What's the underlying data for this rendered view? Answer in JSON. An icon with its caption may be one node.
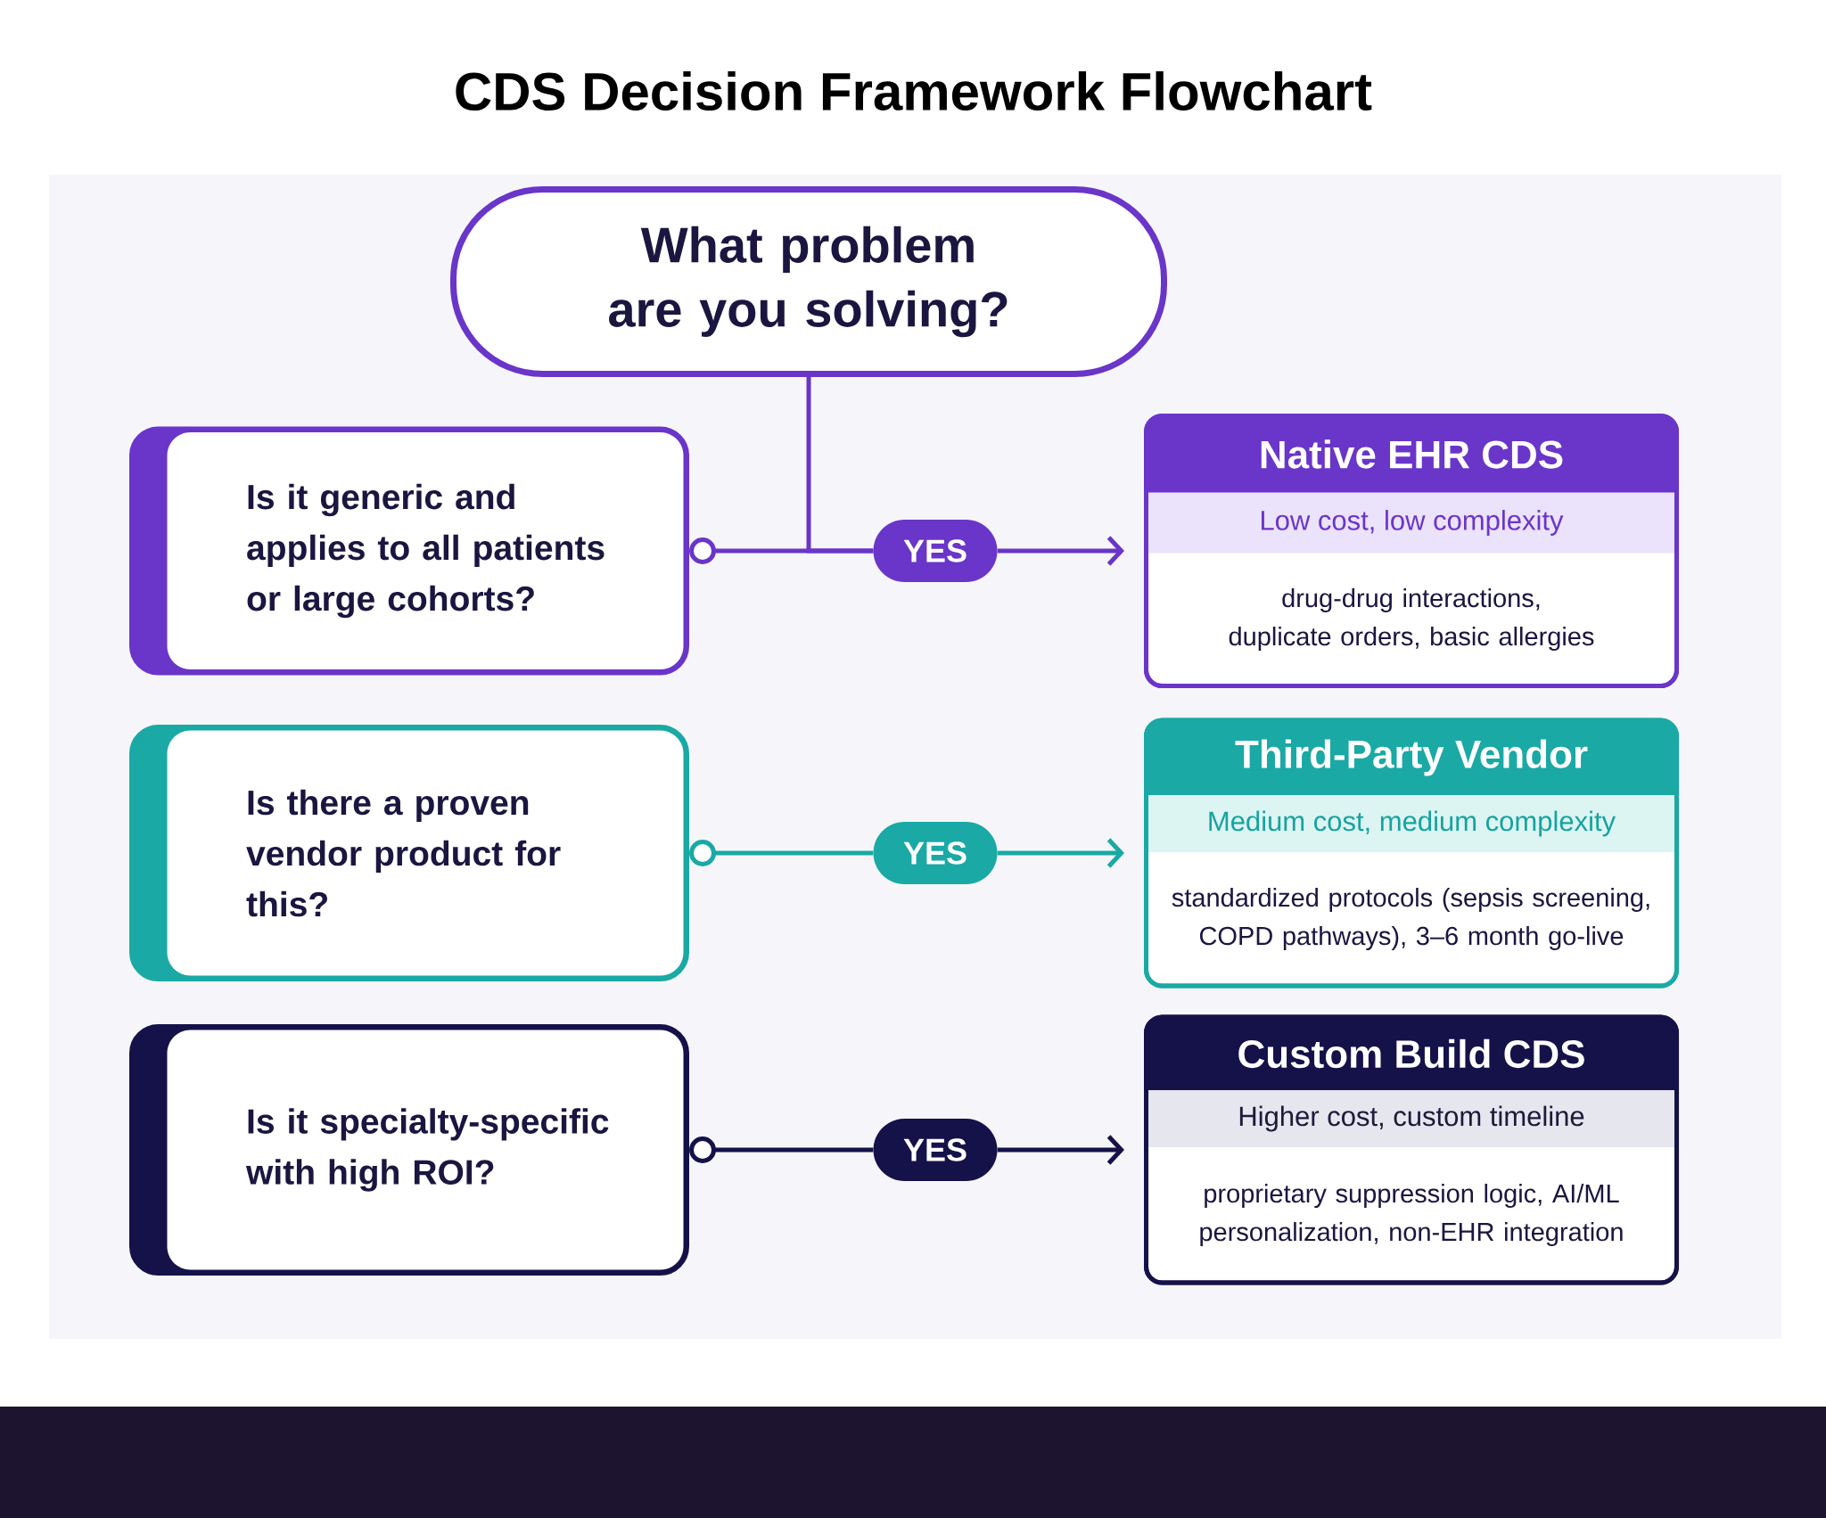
{
  "diagram": {
    "title": "CDS Decision Framework Flowchart",
    "nodes": [
      {
        "text": [
          "What problem are you solving?"
        ]
      },
      {
        "text": [
          "Is it generic and applies to all patients or large cohorts?"
        ]
      },
      {
        "text": [
          "YES"
        ]
      },
      {
        "text": [
          "Native EHR CDS",
          "Low cost, low complexity",
          "drug-drug interactions, duplicate orders, basic allergies"
        ]
      },
      {
        "text": [
          "Is there a proven vendor product for this?"
        ]
      },
      {
        "text": [
          "YES"
        ]
      },
      {
        "text": [
          "Third-Party Vendor",
          "Medium cost, medium complexity",
          "standardized protocols (sepsis screening, COPD pathways), 3–6 month go-live"
        ]
      },
      {
        "text": [
          "Is it specialty-specific with high ROI?"
        ]
      },
      {
        "text": [
          "YES"
        ]
      },
      {
        "text": [
          "Custom Build CDS",
          "Higher cost, custom timeline",
          "proprietary suppression logic, AI/ML personalization, non-EHR integration"
        ]
      }
    ],
    "edges": [
      {
        "from": 0,
        "to": 2,
        "arrow": "none"
      },
      {
        "from": 1,
        "to": 2,
        "arrow": "other"
      },
      {
        "from": 2,
        "to": 3,
        "arrow": "to"
      },
      {
        "from": 4,
        "to": 5,
        "arrow": "other",
        "color": "#1aa9a5"
      },
      {
        "from": 5,
        "to": 6,
        "arrow": "to",
        "color": "#1aa9a5"
      },
      {
        "from": 7,
        "to": 8,
        "arrow": "other",
        "color": "#15124a"
      },
      {
        "from": 8,
        "to": 9,
        "arrow": "to",
        "color": "#15124a"
      }
    ]
  }
}
